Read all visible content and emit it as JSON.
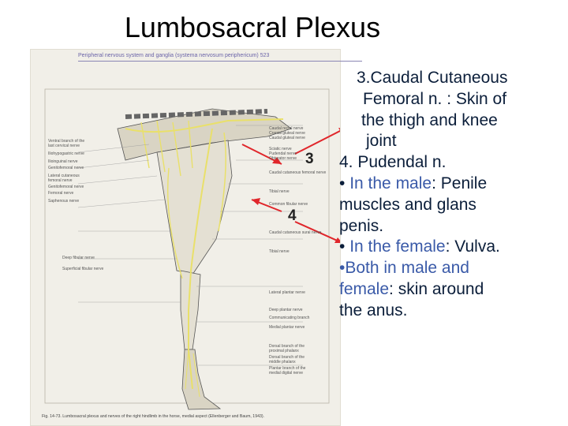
{
  "slide": {
    "title": "Lumbosacral Plexus"
  },
  "figure": {
    "header": "Peripheral nervous system and ganglia (systema nervosum periphericum)   523",
    "caption": "Fig. 14-73. Lumbosacral plexus and nerves of the right hindlimb in the horse, medial aspect (Ellenberger and Baum, 1943).",
    "left_labels": [
      "Ventral branch of the",
      "last cervical nerve",
      "Iliohypogastric nerve",
      "Ilioinguinal nerve",
      "Genitofemoral nerve",
      "Lateral cutaneous",
      "femoral nerve",
      "Genitofemoral nerve",
      "Femoral nerve",
      "Saphenous nerve",
      "Deep fibular nerve",
      "Superficial fibular nerve"
    ],
    "right_labels": [
      "Caudal rectal nerve",
      "Cranial gluteal nerve",
      "Caudal gluteal nerve",
      "Sciatic nerve",
      "Pudendal nerve",
      "Obturator nerve",
      "Caudal cutaneous femoral nerve",
      "Tibial nerve",
      "Common fibular nerve",
      "Caudal cutaneous sural nerve",
      "Tibial nerve",
      "Lateral plantar nerve",
      "Deep plantar nerve",
      "Communicating branch",
      "Medial plantar nerve",
      "Dorsal branch of the",
      "proximal phalanx",
      "Dorsal branch of the",
      "middle phalanx",
      "Plantar branch of the",
      "medial digital nerve"
    ],
    "callouts": [
      "3",
      "4"
    ],
    "colors": {
      "nerve": "#e9e06a",
      "arrow": "#e0262b",
      "bone": "#d9d4c4",
      "outline": "#555555"
    }
  },
  "notes": {
    "item3_line1": "3.Caudal Cutaneous",
    "item3_line2": "Femoral n. : Skin of",
    "item3_line3": "the thigh and knee",
    "item3_line4": "joint",
    "item4_line1": "4. Pudendal n.",
    "male_bullet": "• ",
    "male_label": "In the male",
    "male_rest": ": Penile",
    "male_line2": "muscles and glans",
    "male_line3": "penis.",
    "female_bullet": "• ",
    "female_label": "In the female",
    "female_rest": ": Vulva.",
    "both_bullet": "•",
    "both_label1": "Both in male and",
    "both_label2": "female",
    "both_rest": ":  skin around",
    "both_line3": "the anus."
  }
}
